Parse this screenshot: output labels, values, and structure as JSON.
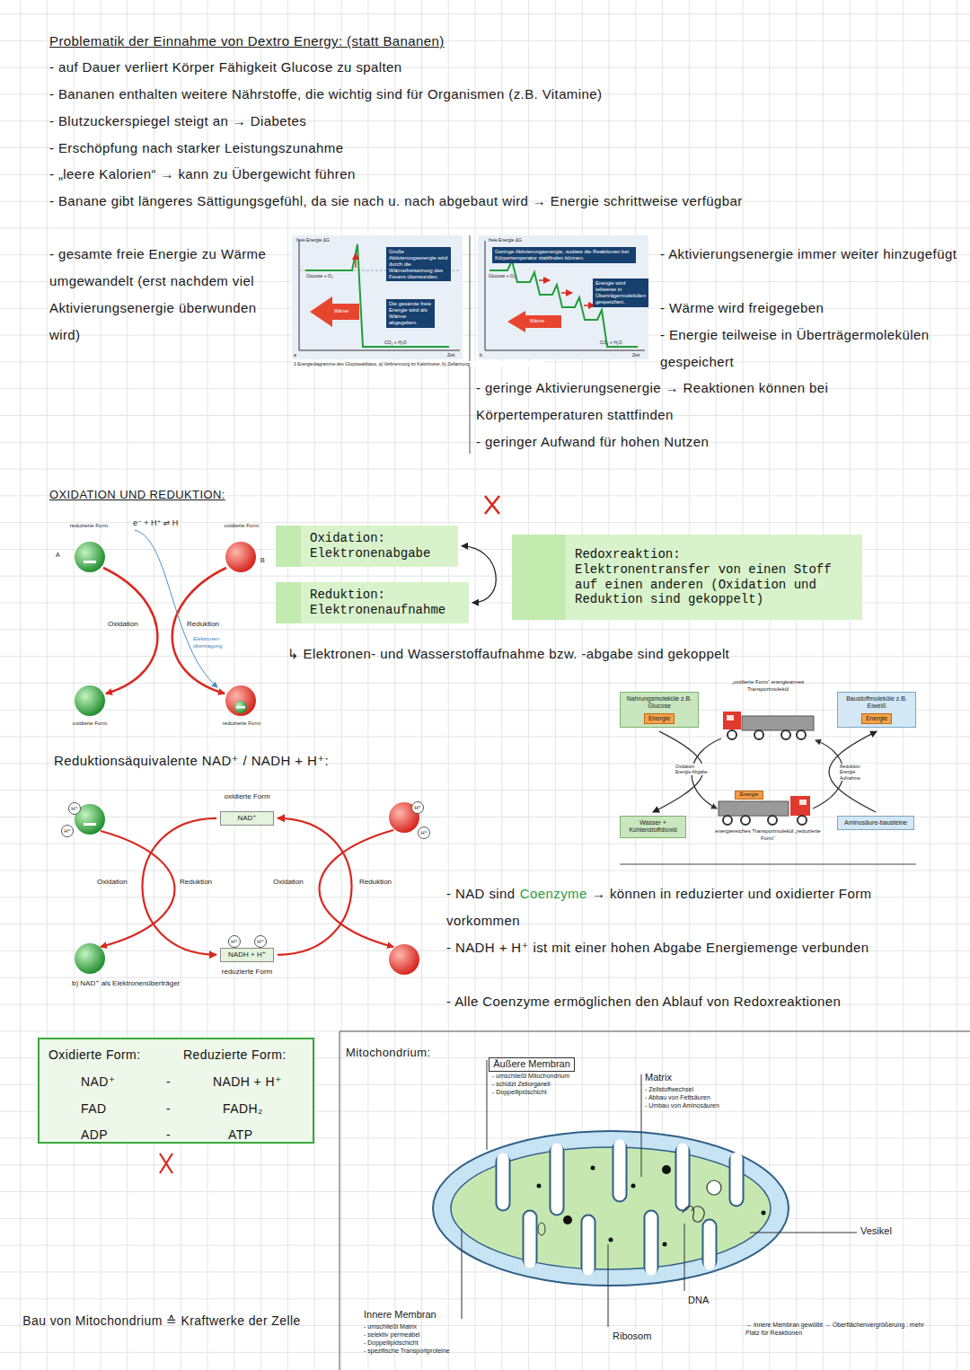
{
  "diagram": {
    "title": "Problematik der Einnahme von Dextro Energy: (statt Bananen)",
    "nodes": [
      {
        "text": [
          "Große Aktivierungsenergie wird durch die Wärmefreisetzung des Feuers überwunden."
        ]
      },
      {
        "text": [
          "Die gesamte freie Energie wird als Wärme abgegeben."
        ]
      },
      {
        "text": [
          "Geringe Aktivierungsenergie, sodass die Reaktionen bei Körpertemperatur stattfinden können."
        ]
      },
      {
        "text": [
          "Energie wird teilweise in Überträgermolekülen gespeichert."
        ]
      },
      {
        "text": [
          "Oxidation:",
          "Elektronenabgabe"
        ]
      },
      {
        "text": [
          "Reduktion:",
          "Elektronenaufnahme"
        ]
      },
      {
        "text": [
          "Redoxreaktion:",
          "Elektronentransfer von einen Stoff auf einen anderen (Oxidation und Reduktion sind gekoppelt)"
        ]
      },
      {
        "text": [
          "Nahrungsmoleküle z.B. Glucose"
        ]
      },
      {
        "text": [
          "Energie"
        ],
        "in": 7
      },
      {
        "text": [
          "Baustoffmoleküle z.B. Eiweiß"
        ]
      },
      {
        "text": [
          "Energie"
        ],
        "in": 9
      },
      {
        "text": [
          "Wasser + Kohlenstoffdioxid"
        ]
      },
      {
        "text": [
          "Aminosäure-bausteine"
        ]
      },
      {
        "text": [
          "NAD⁺"
        ]
      },
      {
        "text": [
          "NADH + H⁺"
        ]
      },
      {
        "text": [
          "Oxidierte Form:",
          "Reduzierte Form:",
          "NAD⁺",
          "-",
          "NADH + H⁺",
          "FAD",
          "-",
          "FADH₂",
          "ADP",
          "-",
          "ATP"
        ]
      }
    ],
    "edges": [
      {
        "from": 4,
        "to": 5,
        "arrow": "both"
      },
      {
        "from": 7,
        "to": 11,
        "arrow": "to"
      },
      {
        "from": 12,
        "to": 9,
        "arrow": "to"
      },
      {
        "from": 13,
        "to": 14,
        "arrow": "to"
      },
      {
        "from": 14,
        "to": 13,
        "arrow": "to"
      }
    ],
    "labels": [
      "- auf Dauer verliert Körper Fähigkeit Glucose zu spalten",
      "- Bananen enthalten weitere Nährstoffe, die wichtig sind für Organismen (z.B. Vitamine)",
      "- Blutzuckerspiegel steigt an → Diabetes",
      "- Erschöpfung nach starker Leistungszunahme",
      "- „leere Kalorien“ → kann zu Übergewicht führen",
      "- Banane gibt längeres Sättigungsgefühl, da sie nach u. nach abgebaut wird → Energie schrittweise verfügbar",
      "- gesamte freie Energie zu Wärme umgewandelt (erst nachdem viel Aktivierungsenergie überwunden wird)",
      "freie Energie ΔG",
      "Glucose + O₂",
      "Wärme",
      "CO₂ + H₂O",
      "Zeit",
      "a",
      "freie Energie ΔG",
      "Glucose + O₂",
      "Wärme",
      "CO₂ + H₂O",
      "Zeit",
      "b",
      "3 Energiediagramme des Glucoseabbaus, a) Verbrennung im Kalorimeter, b) Zellatmung",
      "- Aktivierungsenergie immer weiter hinzugefügt",
      "- Wärme wird freigegeben",
      "- Energie teilweise in Überträgermolekülen gespeichert",
      "- geringe Aktivierungsenergie → Reaktionen können bei Körpertemperaturen stattfinden",
      "- geringer Aufwand für hohen Nutzen",
      "OXIDATION UND REDUKTION:",
      "reduzierte Form",
      "e⁻ + H⁺ ⇌ H",
      "oxidierte Form",
      "A",
      "B",
      "Oxidation",
      "Reduktion",
      "Elektronen-übertragung",
      "oxidierte Form",
      "reduzierte Form",
      "↳ Elektronen- und Wasserstoffaufnahme bzw. -abgabe sind gekoppelt",
      "„oxidierte Form“ energiearmes Transportmolekül",
      "Oxidation Energie Abgabe",
      "Energie",
      "energiereiches Transportmolekül „reduzierte Form“",
      "Reduktion Energie Aufnahme",
      "Reduktionsäquivalente NAD⁺ / NADH + H⁺:",
      "H⁺",
      "H⁺",
      "oxidierte Form",
      "Oxidation",
      "Reduktion",
      "Oxidation",
      "Reduktion",
      "H⁺",
      "H⁺",
      "H⁺",
      "H⁺",
      "b) NAD⁺ als Elektronenüberträger",
      "reduzierte Form",
      "- NAD sind",
      "Coenzyme",
      "→ können in reduzierter und oxidierter Form vorkommen",
      "- NADH + H⁺ ist mit einer hohen Abgabe Energiemenge verbunden",
      "- Alle Coenzyme ermöglichen den Ablauf von Redoxreaktionen",
      "Mitochondrium:",
      "Äußere Membran",
      "- umschließt Mitochondrium",
      "- schützt Zellorganell",
      "- Doppellipidschicht",
      "Matrix",
      "- Zellstoffwechsel",
      "- Abbau von Fettsäuren",
      "- Umbau von Aminosäuren",
      "Innere Membran",
      "- umschließt Matrix",
      "- selektiv permeabel",
      "- Doppellipidschicht",
      "- spezifische Transportproteine",
      "Vesikel",
      "DNA",
      "Ribosom",
      "→ innere Membran gewölbt → Oberflächenvergrößerung : mehr Platz für Reaktionen",
      "Bau von Mitochondrium ≙ Kraftwerke der Zelle"
    ]
  }
}
